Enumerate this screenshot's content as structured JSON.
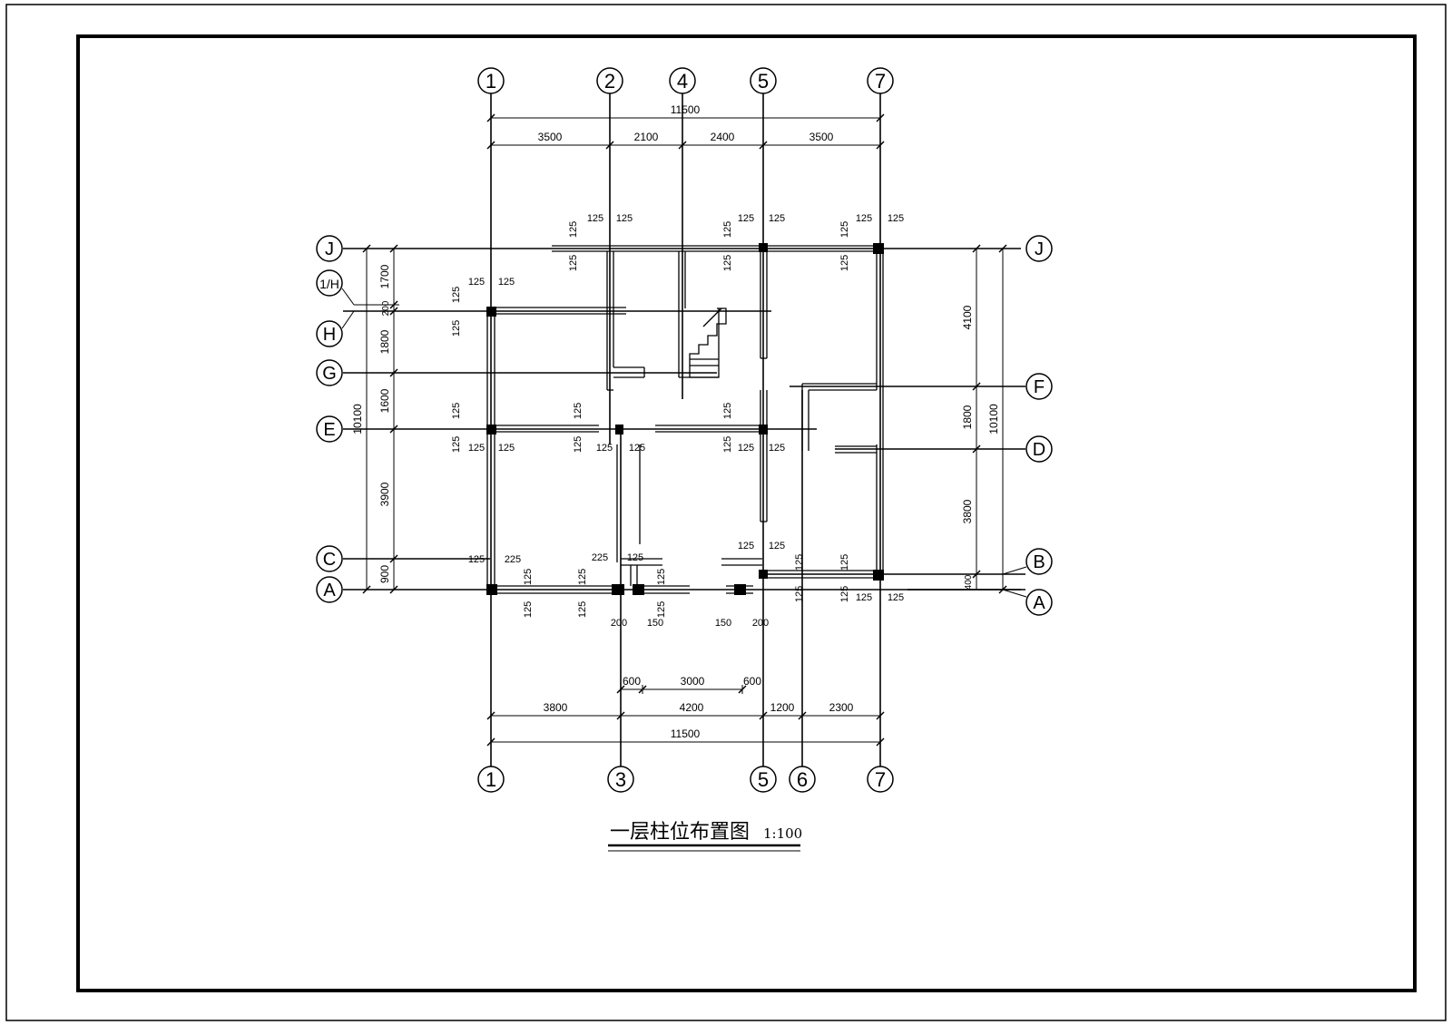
{
  "drawing": {
    "title": "一层柱位布置图",
    "scale": "1:100"
  },
  "axes_top": [
    "1",
    "2",
    "4",
    "5",
    "7"
  ],
  "axes_bottom": [
    "1",
    "3",
    "5",
    "6",
    "7"
  ],
  "axes_left": [
    "J",
    "1/H",
    "H",
    "G",
    "E",
    "C",
    "A"
  ],
  "axes_right": [
    "J",
    "F",
    "D",
    "B",
    "A"
  ],
  "dims_top": {
    "total": "11500",
    "segments": [
      "3500",
      "2100",
      "2400",
      "3500"
    ]
  },
  "dims_bottom": {
    "inner": [
      "600",
      "3000",
      "600"
    ],
    "segments": [
      "3800",
      "4200",
      "1200",
      "2300"
    ],
    "total": "11500"
  },
  "dims_left": {
    "total": "10100",
    "segments": [
      "1700",
      "200",
      "1800",
      "1600",
      "3900",
      "900"
    ]
  },
  "dims_right": {
    "total": "10100",
    "segments": [
      "4100",
      "1800",
      "3800",
      "400"
    ]
  },
  "offset_labels": {
    "c125": "125",
    "c150": "150",
    "c200": "200",
    "c225": "225"
  }
}
